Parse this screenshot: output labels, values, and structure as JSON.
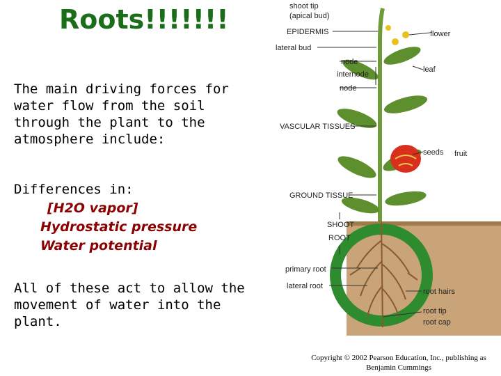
{
  "slide": {
    "title": "Roots!!!!!!!",
    "paragraph1": "The main driving forces for water flow from the soil through the plant to the atmosphere include:",
    "differences_heading": "Differences in:",
    "list": [
      "[H2O vapor]",
      "Hydrostatic pressure",
      "Water potential"
    ],
    "paragraph2": "All of these act to allow the movement of water into the plant.",
    "copyright": "Copyright © 2002 Pearson Education, Inc., publishing as Benjamin Cummings"
  },
  "figure": {
    "labels": {
      "shoot_tip": "shoot tip",
      "apical_bud": "(apical bud)",
      "epidermis": "EPIDERMIS",
      "flower": "flower",
      "lateral_bud": "lateral bud",
      "node_top": "node",
      "internode": "internode",
      "leaf": "leaf",
      "node_mid": "node",
      "vascular_tissues": "VASCULAR TISSUES",
      "seeds": "seeds",
      "fruit": "fruit",
      "ground_tissue": "GROUND TISSUE",
      "shoot": "SHOOT",
      "root": "ROOT",
      "primary_root": "primary root",
      "lateral_root": "lateral root",
      "root_hairs": "root hairs",
      "root_tip": "root tip",
      "root_cap": "root cap"
    },
    "colors": {
      "title_green": "#1a6e1a",
      "list_red": "#8b0000",
      "stem_green": "#6f9a3a",
      "leaf_green": "#5e8f2e",
      "fruit_red": "#d8301c",
      "soil_brown": "#a07a4a",
      "ring_green": "#2e8b2e"
    }
  }
}
